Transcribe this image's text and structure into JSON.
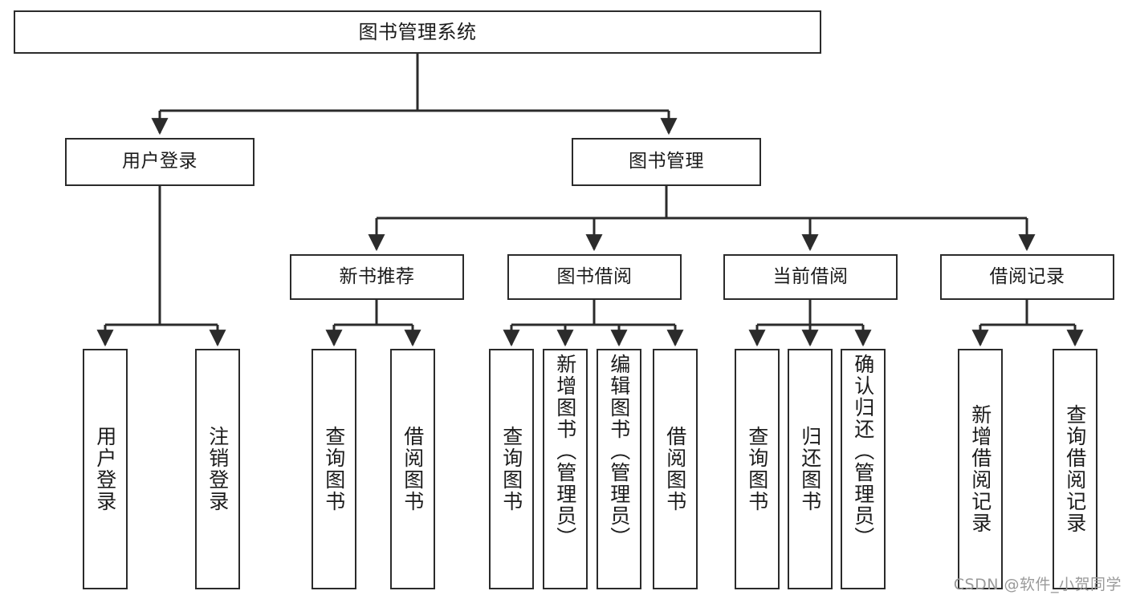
{
  "diagram": {
    "type": "tree",
    "title": "图书管理系统",
    "orientation": "top-down",
    "colors": {
      "box_border": "#2b2b2b",
      "box_fill": "#ffffff",
      "edge": "#2b2b2b",
      "text": "#1b1b1b",
      "watermark": "#9a9a9a",
      "background": "#ffffff"
    },
    "root": {
      "label": "图书管理系统"
    },
    "level2": [
      {
        "label": "用户登录"
      },
      {
        "label": "图书管理"
      }
    ],
    "level3": [
      {
        "label": "新书推荐"
      },
      {
        "label": "图书借阅"
      },
      {
        "label": "当前借阅"
      },
      {
        "label": "借阅记录"
      }
    ],
    "leaves": {
      "user_login": [
        {
          "label": "用户登录"
        },
        {
          "label": "注销登录"
        }
      ],
      "new_book": [
        {
          "label": "查询图书"
        },
        {
          "label": "借阅图书"
        }
      ],
      "borrow_book": [
        {
          "label": "查询图书"
        },
        {
          "label": "新增图书（管理员）"
        },
        {
          "label": "编辑图书（管理员）"
        },
        {
          "label": "借阅图书"
        }
      ],
      "current_borrow": [
        {
          "label": "查询图书"
        },
        {
          "label": "归还图书"
        },
        {
          "label": "确认归还（管理员）"
        }
      ],
      "borrow_record": [
        {
          "label": "新增借阅记录"
        },
        {
          "label": "查询借阅记录"
        }
      ]
    }
  },
  "watermark": {
    "text": "CSDN @软件_小贺同学"
  }
}
